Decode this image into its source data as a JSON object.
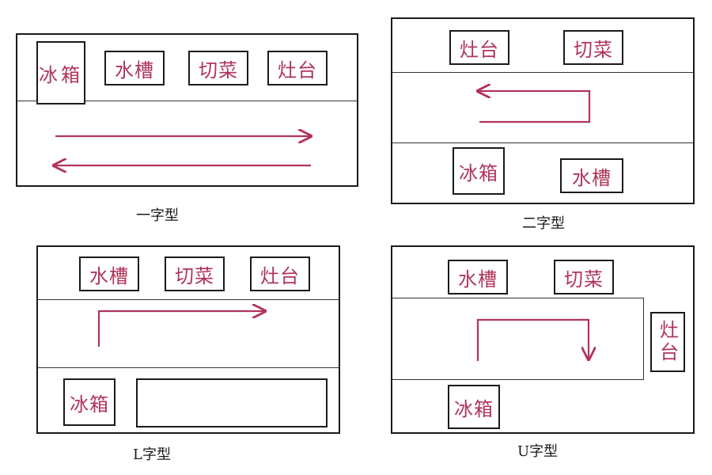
{
  "layouts": {
    "yi": {
      "caption": "一字型",
      "fridge": "冰箱",
      "sink": "水槽",
      "cutting": "切菜",
      "stove": "灶台"
    },
    "er": {
      "caption": "二字型",
      "stove": "灶台",
      "cutting": "切菜",
      "fridge": "冰箱",
      "sink": "水槽"
    },
    "l": {
      "caption": "L字型",
      "sink": "水槽",
      "cutting": "切菜",
      "stove": "灶台",
      "fridge": "冰箱"
    },
    "u": {
      "caption": "U字型",
      "sink": "水槽",
      "cutting": "切菜",
      "stove": "灶台",
      "fridge": "冰箱"
    }
  },
  "colors": {
    "label": "#b0345a",
    "arrow": "#b0345a",
    "border": "#1a1a1a"
  }
}
